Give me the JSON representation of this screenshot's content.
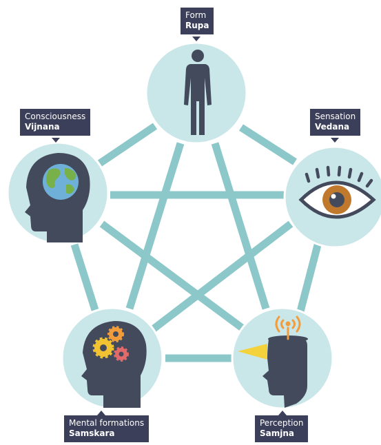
{
  "colors": {
    "connector": "#8cc7c9",
    "node_fill": "#c9e6e8",
    "node_stroke": "#ffffff",
    "figure": "#434a5c",
    "label_bg": "#3c3f5a",
    "label_text": "#ffffff",
    "globe_water": "#6fb0d8",
    "globe_land": "#78b04a",
    "gear_yellow": "#f1c232",
    "gear_orange": "#f39c3c",
    "gear_pink": "#e26a6a",
    "eye_iris": "#c0782d",
    "eye_pupil": "#434a5c",
    "perception_light": "#f4d23c",
    "signal_orange": "#f39c3c"
  },
  "nodes": [
    {
      "id": "form",
      "label": "Form",
      "pali": "Rupa",
      "icon": "human-body-icon"
    },
    {
      "id": "sensation",
      "label": "Sensation",
      "pali": "Vedana",
      "icon": "eye-icon"
    },
    {
      "id": "perception",
      "label": "Perception",
      "pali": "Samjna",
      "icon": "head-perception-icon"
    },
    {
      "id": "mental",
      "label": "Mental formations",
      "pali": "Samskara",
      "icon": "head-gears-icon"
    },
    {
      "id": "consciousness",
      "label": "Consciousness",
      "pali": "Vijnana",
      "icon": "head-globe-icon"
    }
  ]
}
